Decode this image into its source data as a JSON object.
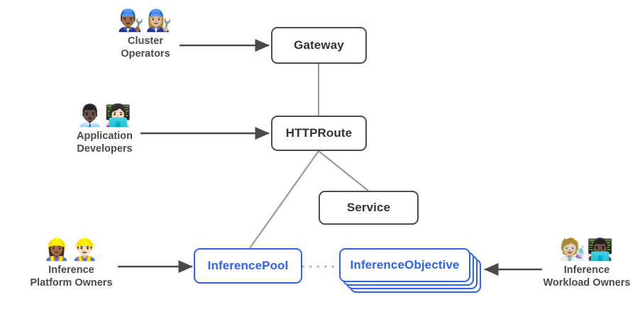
{
  "diagram": {
    "title": "Gateway API Inference Extension resource and persona diagram",
    "colors": {
      "blue": "#2f63ed",
      "gray_border": "#4d4d4d",
      "edge_gray": "#9a9a9a",
      "arrow_dark": "#4a4a4a",
      "text_dark": "#333333",
      "caption": "#4a4a4a",
      "background": "#ffffff"
    }
  },
  "nodes": {
    "gateway": {
      "label": "Gateway",
      "style": "gray"
    },
    "httproute": {
      "label": "HTTPRoute",
      "style": "gray"
    },
    "service": {
      "label": "Service",
      "style": "gray"
    },
    "inference_pool": {
      "label": "InferencePool",
      "style": "blue"
    },
    "inference_objective": {
      "label": "InferenceObjective",
      "style": "blue",
      "stack_count": 4
    }
  },
  "actors": {
    "cluster_operators": {
      "emoji": "👨🏾‍🔧👩🏼‍🔧",
      "emoji_names": [
        "man-mechanic-icon",
        "woman-mechanic-icon"
      ],
      "line1": "Cluster",
      "line2": "Operators",
      "targets": "gateway"
    },
    "application_developers": {
      "emoji": "👨🏿‍💼👩🏻‍💻",
      "emoji_names": [
        "man-office-worker-icon",
        "woman-technologist-icon"
      ],
      "line1": "Application",
      "line2": "Developers",
      "targets": "httproute"
    },
    "inference_platform_owners": {
      "emoji": "👷🏾‍♀️👷🏻‍♂️",
      "emoji_names": [
        "woman-construction-worker-icon",
        "man-construction-worker-icon"
      ],
      "line1": "Inference",
      "line2": "Platform Owners",
      "targets": "inference_pool"
    },
    "inference_workload_owners": {
      "emoji": "🧑🏼‍🔬👨🏿‍💻",
      "emoji_names": [
        "scientist-icon",
        "man-technologist-icon"
      ],
      "line1": "Inference",
      "line2": "Workload Owners",
      "targets": "inference_objective"
    }
  },
  "edges": [
    {
      "name": "cluster-operators-to-gateway",
      "kind": "arrow",
      "from": "cluster_operators",
      "to": "gateway"
    },
    {
      "name": "application-developers-to-httproute",
      "kind": "arrow",
      "from": "application_developers",
      "to": "httproute"
    },
    {
      "name": "platform-owners-to-inferencepool",
      "kind": "arrow",
      "from": "inference_platform_owners",
      "to": "inference_pool"
    },
    {
      "name": "workload-owners-to-inferenceobjective",
      "kind": "arrow",
      "from": "inference_workload_owners",
      "to": "inference_objective"
    },
    {
      "name": "gateway-to-httproute",
      "kind": "line",
      "from": "gateway",
      "to": "httproute"
    },
    {
      "name": "httproute-to-service",
      "kind": "line",
      "from": "httproute",
      "to": "service"
    },
    {
      "name": "httproute-to-inferencepool",
      "kind": "line",
      "from": "httproute",
      "to": "inference_pool"
    },
    {
      "name": "inferencepool-to-inferenceobjective",
      "kind": "dotted",
      "from": "inference_pool",
      "to": "inference_objective"
    }
  ]
}
